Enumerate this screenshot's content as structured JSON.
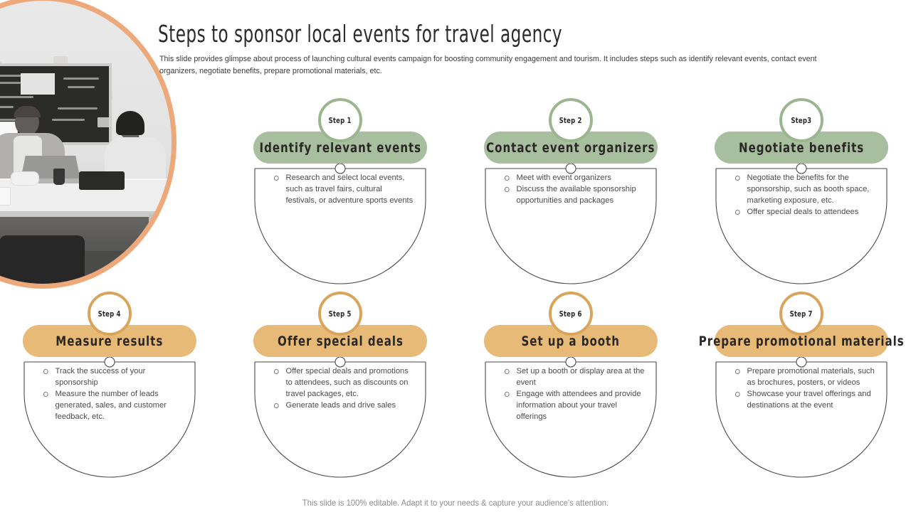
{
  "header": {
    "title": "Steps to sponsor local events for travel agency",
    "subtitle": "This slide provides glimpse about process of launching cultural events campaign for boosting community engagement and tourism. It includes steps such as identify relevant events, contact event organizers, negotiate benefits, prepare promotional materials, etc."
  },
  "photo": {
    "alt": "team meeting around a table with chalkboard"
  },
  "colors": {
    "green_pill": "#A7BE9F",
    "green_ring": "#9BB58E",
    "orange_pill": "#E8BA78",
    "orange_ring": "#D9A55C",
    "photo_ring": "#EEA97A",
    "title_text": "#2B2B2B",
    "body_text": "#4A4A4A",
    "footer_text": "#8C8C8C",
    "outline": "#4A4A4A"
  },
  "steps": [
    {
      "badge": "Step 1",
      "title": "Identify relevant events",
      "theme": "green",
      "bullets": [
        "Research and select local events, such as travel fairs, cultural festivals, or adventure sports events"
      ]
    },
    {
      "badge": "Step 2",
      "title": "Contact event organizers",
      "theme": "green",
      "bullets": [
        "Meet with event organizers",
        "Discuss the available sponsorship opportunities and packages"
      ]
    },
    {
      "badge": "Step3",
      "title": "Negotiate benefits",
      "theme": "green",
      "bullets": [
        "Negotiate the benefits for the sponsorship, such as booth space, marketing exposure, etc.",
        "Offer special deals to attendees"
      ]
    },
    {
      "badge": "Step 4",
      "title": "Measure results",
      "theme": "orange",
      "bullets": [
        "Track the success of your sponsorship",
        "Measure the number of leads generated, sales, and customer feedback, etc."
      ]
    },
    {
      "badge": "Step 5",
      "title": "Offer special deals",
      "theme": "orange",
      "bullets": [
        "Offer special deals and promotions to attendees, such as discounts on travel packages, etc.",
        "Generate leads and drive sales"
      ]
    },
    {
      "badge": "Step 6",
      "title": "Set up a booth",
      "theme": "orange",
      "bullets": [
        "Set up a booth or display area at the event",
        "Engage with attendees and provide information about your travel offerings"
      ]
    },
    {
      "badge": "Step 7",
      "title": "Prepare promotional materials",
      "theme": "orange",
      "bullets": [
        "Prepare promotional materials, such as brochures, posters, or videos",
        "Showcase your travel offerings and destinations at the event"
      ]
    }
  ],
  "footer": {
    "note": "This slide is 100% editable. Adapt it to your needs & capture your audience's attention."
  }
}
